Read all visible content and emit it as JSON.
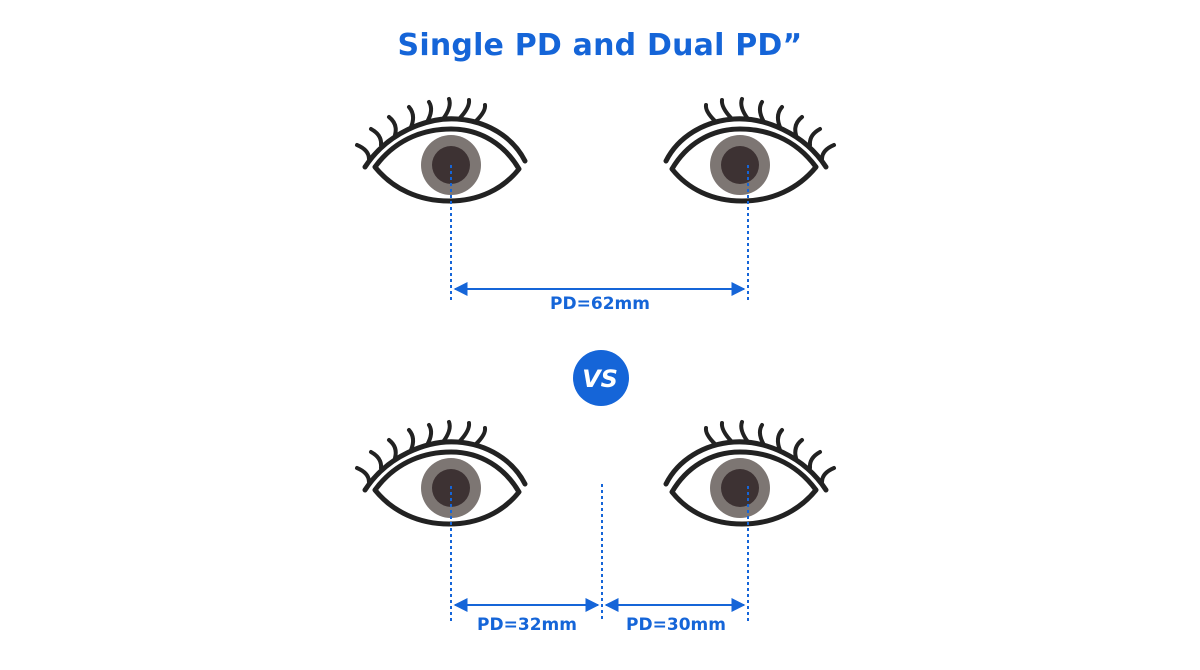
{
  "title": "Single PD and Dual PD”",
  "colors": {
    "accent": "#1565d8",
    "outline": "#222222",
    "iris": "#7d7673",
    "pupil": "#3d3233",
    "background": "#ffffff"
  },
  "single_pd": {
    "label": "PD=62mm",
    "value_mm": 62
  },
  "vs_badge": {
    "text": "VS"
  },
  "dual_pd": {
    "right": {
      "label": "PD=32mm",
      "value_mm": 32
    },
    "left": {
      "label": "PD=30mm",
      "value_mm": 30
    }
  }
}
